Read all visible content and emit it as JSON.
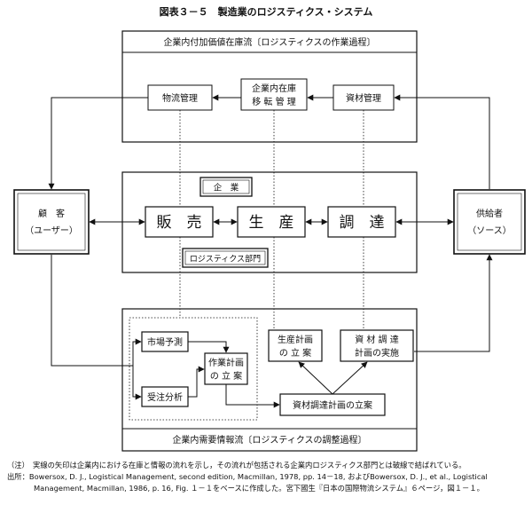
{
  "figure": {
    "title": "図表３－５　製造業のロジスティクス・システム"
  },
  "upper_flow": {
    "header": "企業内付加価値在庫流〔ロジスティクスの作業過程〕",
    "nodes": {
      "butsuryu": "物流管理",
      "zaiko_line1": "企業内在庫",
      "zaiko_line2": "移 転 管 理",
      "shizai": "資材管理"
    }
  },
  "enterprise": {
    "label": "企　業",
    "hanbai": "販　売",
    "seisan": "生　産",
    "chotatsu": "調　達",
    "logistics_dept": "ロジスティクス部門"
  },
  "customer": {
    "line1": "顧　客",
    "line2": "（ユーザー）"
  },
  "supplier": {
    "line1": "供給者",
    "line2": "（ソース）"
  },
  "lower_flow": {
    "header": "企業内需要情報流〔ロジスティクスの調整過程〕",
    "nodes": {
      "shijo": "市場予測",
      "juchu": "受注分析",
      "sagyo_line1": "作業計画",
      "sagyo_line2": "の 立 案",
      "seisan_line1": "生産計画",
      "seisan_line2": "の 立 案",
      "shizai_line1": "資 材 調 達",
      "shizai_line2": "計画の実施",
      "shizai_keikaku": "資材調達計画の立案"
    }
  },
  "notes": {
    "note": "（注）　実線の矢印は企業内における在庫と情報の流れを示し，その流れが包括される企業内ロジスティクス部門とは破線で結ばれている。",
    "source1": "出所：Bowersox, D. J., Logistical Management, second edition, Macmillan, 1978, pp. 14－18, およびBowersox, D. J., et al., Logistical",
    "source2": "Management, Macmillan, 1986, p. 16, Fig. １－１をベースに作成した。宮下國生『日本の国際物流システム』６ページ，図１－１。"
  }
}
